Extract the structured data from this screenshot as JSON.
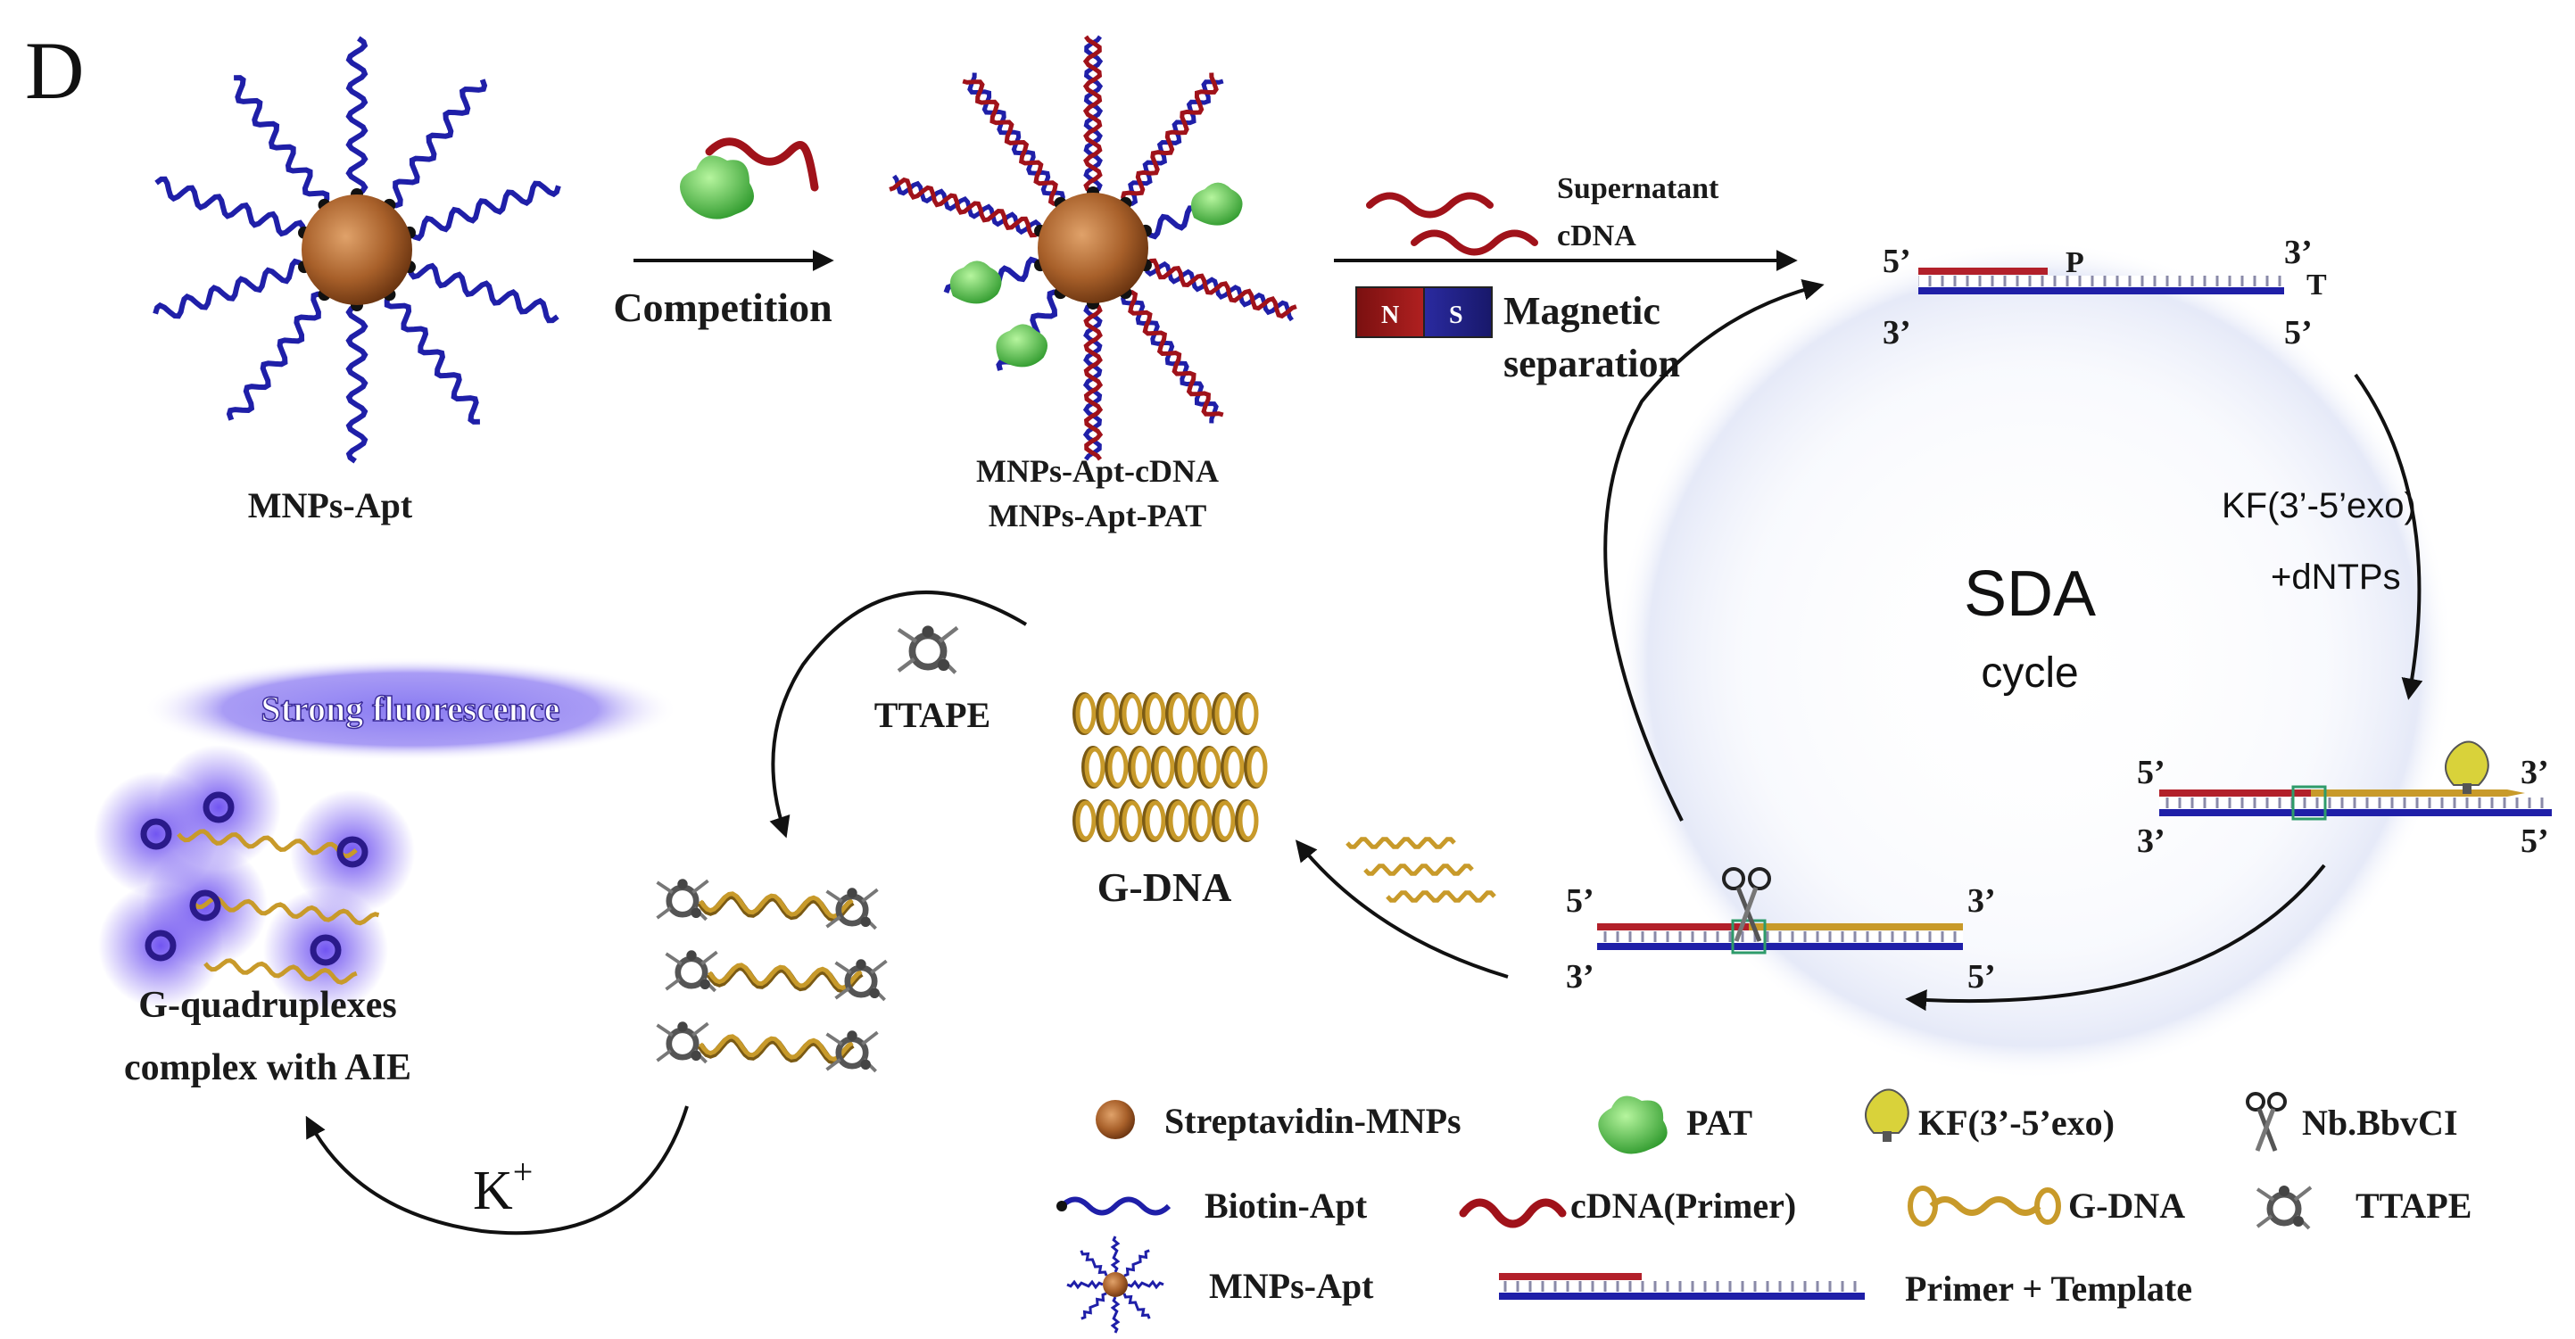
{
  "panel_letter": "D",
  "labels": {
    "mnps_apt": "MNPs-Apt",
    "competition": "Competition",
    "mnps_apt_cdna": "MNPs-Apt-cDNA",
    "mnps_apt_pat": "MNPs-Apt-PAT",
    "supernatant": "Supernatant",
    "cdna": "cDNA",
    "magnetic": "Magnetic",
    "separation": "separation",
    "magnet_n": "N",
    "magnet_s": "S",
    "sda": "SDA",
    "cycle": "cycle",
    "kf_exo": "KF(3’-5’exo)",
    "dntps": "+dNTPs",
    "ttape": "TTAPE",
    "g_dna": "G-DNA",
    "strong_fluorescence": "Strong fluorescence",
    "gq_line1": "G-quadruplexes",
    "gq_line2": "complex with AIE",
    "k_plus": "K",
    "k_sup": "+",
    "p": "P",
    "t": "T",
    "five_prime": "5’",
    "three_prime": "3’"
  },
  "legend": [
    {
      "key": "streptavidin",
      "label": "Streptavidin-MNPs"
    },
    {
      "key": "pat",
      "label": "PAT"
    },
    {
      "key": "kf",
      "label": "KF(3’-5’exo)"
    },
    {
      "key": "nb",
      "label": "Nb.BbvCI"
    },
    {
      "key": "biotin",
      "label": "Biotin-Apt"
    },
    {
      "key": "cdna_primer",
      "label": "cDNA(Primer)"
    },
    {
      "key": "gdna",
      "label": "G-DNA"
    },
    {
      "key": "ttape",
      "label": "TTAPE"
    },
    {
      "key": "mnps_apt",
      "label": "MNPs-Apt"
    },
    {
      "key": "primer_template",
      "label": "Primer + Template"
    }
  ],
  "colors": {
    "aptamer_blue": "#1f1fa8",
    "cdna_red": "#a0121a",
    "gdna_gold": "#c89a2a",
    "particle_brown": "#a8602a",
    "pat_green": "#4cc24a",
    "kf_yellow": "#d9d23a",
    "fluor_purple": "#5b3fd6"
  }
}
